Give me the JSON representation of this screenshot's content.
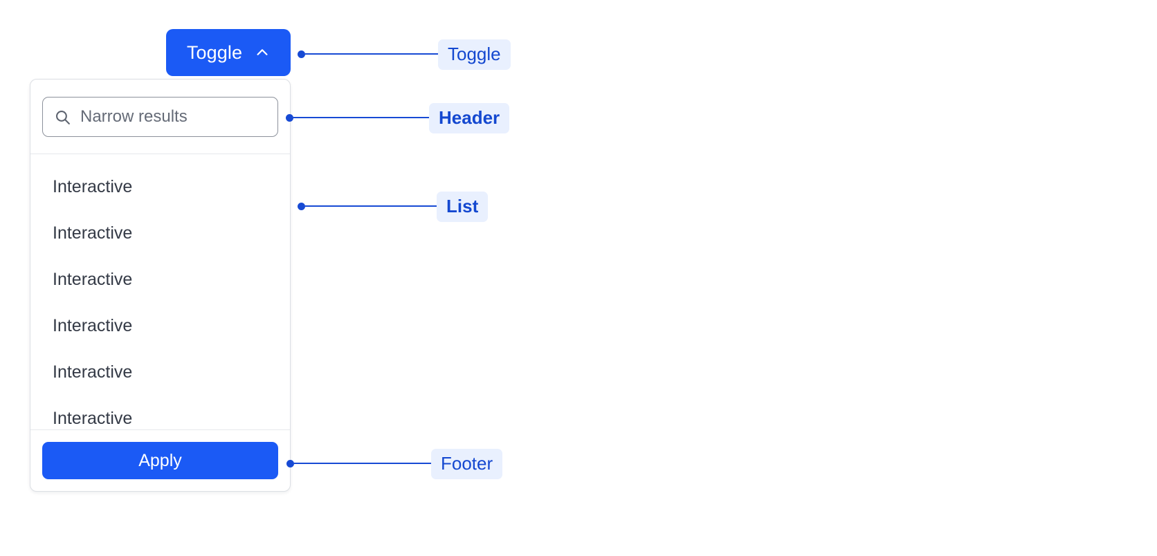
{
  "toggle": {
    "label": "Toggle",
    "icon": "chevron-up-icon",
    "background": "#1B5AF5",
    "text_color": "#FFFFFF"
  },
  "dropdown": {
    "header": {
      "search": {
        "icon": "search-icon",
        "placeholder": "Narrow results",
        "value": ""
      }
    },
    "list": {
      "items": [
        {
          "label": "Interactive"
        },
        {
          "label": "Interactive"
        },
        {
          "label": "Interactive"
        },
        {
          "label": "Interactive"
        },
        {
          "label": "Interactive"
        },
        {
          "label": "Interactive"
        }
      ]
    },
    "footer": {
      "apply_label": "Apply",
      "apply_background": "#1B5AF5",
      "apply_text_color": "#FFFFFF"
    }
  },
  "annotations": [
    {
      "id": "toggle",
      "label": "Toggle",
      "bold": false
    },
    {
      "id": "header",
      "label": "Header",
      "bold": true
    },
    {
      "id": "list",
      "label": "List",
      "bold": true
    },
    {
      "id": "footer",
      "label": "Footer",
      "bold": false
    }
  ],
  "colors": {
    "accent": "#1B5AF5",
    "annotation_line": "#174AD4",
    "annotation_chip_bg": "#E9F0FE",
    "annotation_chip_text": "#1448D0",
    "panel_border": "#DCDFE4",
    "divider": "#E6E8EB",
    "list_text": "#343A46",
    "placeholder_text": "#656B77",
    "page_background": "#FFFFFF"
  }
}
